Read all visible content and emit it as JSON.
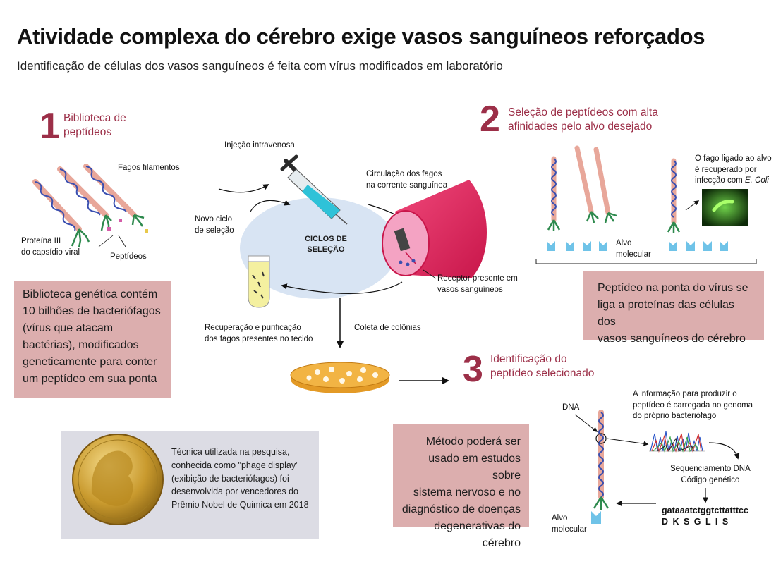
{
  "title": "Atividade complexa do cérebro exige vasos sanguíneos reforçados",
  "subtitle": "Identificação de células dos vasos sanguíneos é feita com vírus modificados em laboratório",
  "step1": {
    "number": "1",
    "title_line1": "Biblioteca de",
    "title_line2": "peptídeos",
    "label_phages": "Fagos filamentos",
    "label_protein_line1": "Proteína III",
    "label_protein_line2": "do capsídio viral",
    "label_peptides": "Peptídeos",
    "box_lines": [
      "Biblioteca genética contém",
      "10 bilhões de bacteriófagos",
      "(vírus que atacam",
      "bactérias), modificados",
      "geneticamente para conter",
      "um peptídeo em sua ponta"
    ]
  },
  "cycle": {
    "injection": "Injeção intravenosa",
    "circulation_line1": "Circulação dos fagos",
    "circulation_line2": "na corrente sanguínea",
    "new_cycle_line1": "Novo ciclo",
    "new_cycle_line2": "de seleção",
    "center_line1": "CICLOS DE",
    "center_line2": "SELEÇÃO",
    "receptor_line1": "Receptor presente em",
    "receptor_line2": "vasos sanguíneos",
    "recovery_line1": "Recuperação e purificação",
    "recovery_line2": "dos fagos presentes no tecido",
    "colonies": "Coleta de colônias"
  },
  "step2": {
    "number": "2",
    "title_line1": "Seleção de peptídeos com alta",
    "title_line2": "afinidades pelo alvo desejado",
    "recovered_line1": "O fago ligado ao alvo",
    "recovered_line2": "é recuperado por",
    "recovered_line3_prefix": "infecção com ",
    "recovered_line3_italic": "E. Coli",
    "target_line1": "Alvo",
    "target_line2": "molecular",
    "box_lines": [
      "Peptídeo na ponta do vírus se",
      "liga a proteínas das células dos",
      "vasos sanguíneos do cérebro"
    ]
  },
  "step3": {
    "number": "3",
    "title_line1": "Identificação do",
    "title_line2": "peptídeo selecionado",
    "dna_label": "DNA",
    "info_lines": [
      "A informação para produzir o",
      "peptídeo é carregada no genoma",
      "do próprio bacteriófago"
    ],
    "sequencing_line1": "Sequenciamento DNA",
    "sequencing_line2": "Código genético",
    "sequence": "gataaatctggtcttatttcc",
    "amino_acids": "D K S G L I S",
    "target_line1": "Alvo",
    "target_line2": "molecular",
    "box_lines": [
      "Método poderá ser",
      "usado em estudos sobre",
      "sistema nervoso e no",
      "diagnóstico de  doenças",
      "degenerativas do cérebro"
    ]
  },
  "nobel": {
    "box_lines": [
      "Técnica utilizada na pesquisa,",
      "conhecida como \"phage display\"",
      "(exibição de bacteriófagos) foi",
      "desenvolvida por vencedores do",
      "Prêmio Nobel de Quimica em 2018"
    ]
  },
  "colors": {
    "accent": "#9c2f48",
    "pink_box": "#dcaeae",
    "gray_box": "#dcdce4",
    "ellipse": "#d8e4f3",
    "vessel": "#e0245e"
  }
}
